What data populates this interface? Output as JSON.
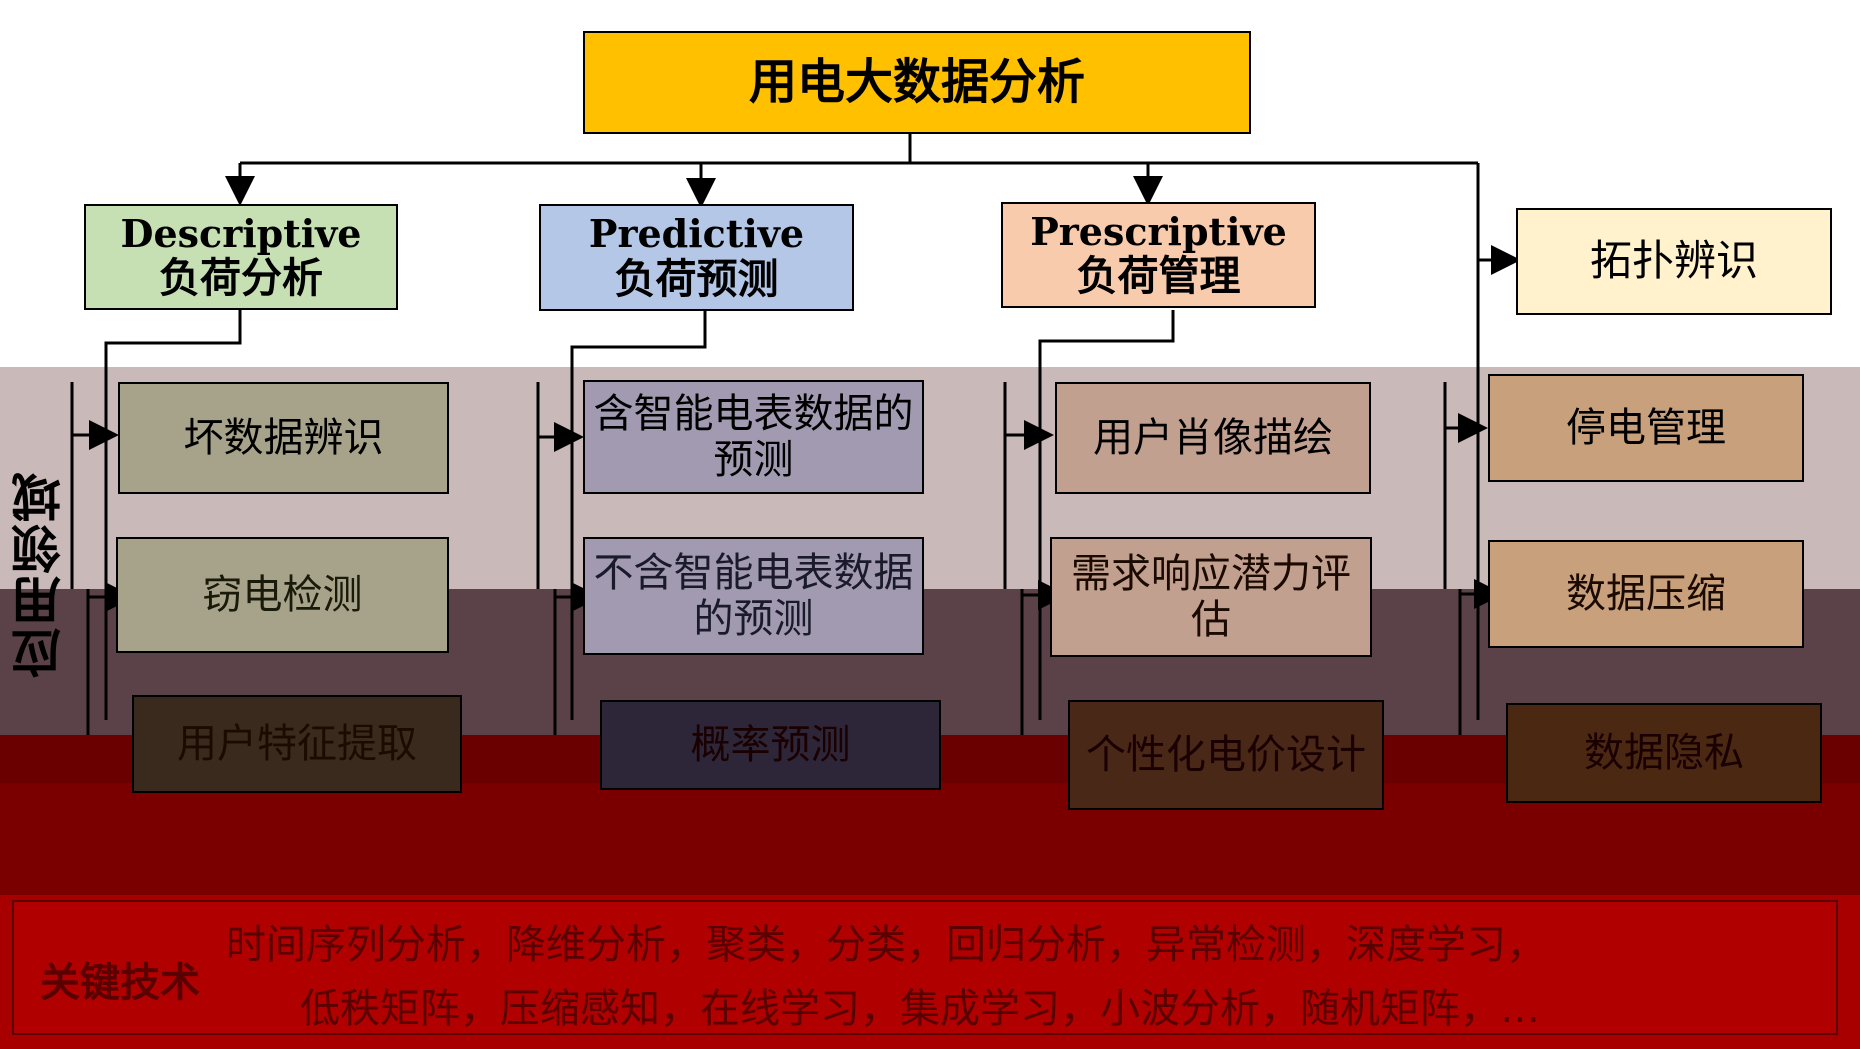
{
  "title": "用电大数据分析",
  "categories": [
    {
      "en": "Descriptive",
      "zh": "负荷分析",
      "color": "#c6e0b4"
    },
    {
      "en": "Predictive",
      "zh": "负荷预测",
      "color": "#b4c7e7"
    },
    {
      "en": "Prescriptive",
      "zh": "负荷管理",
      "color": "#f8cbad"
    },
    {
      "zh": "拓扑辨识",
      "color": "#fff2cc"
    }
  ],
  "side_label": "应用领域",
  "columns": [
    {
      "items": [
        "坏数据辨识",
        "窃电检测",
        "用户特征提取"
      ]
    },
    {
      "items": [
        "含智能电表数据的预测",
        "不含智能电表数据的预测",
        "概率预测"
      ]
    },
    {
      "items": [
        "用户肖像描绘",
        "需求响应潜力评估",
        "个性化电价设计"
      ]
    },
    {
      "items": [
        "停电管理",
        "数据压缩",
        "数据隐私"
      ]
    }
  ],
  "tech_label": "关键技术",
  "tech_lines": [
    "时间序列分析，降维分析，聚类，分类，回归分析，异常检测，深度学习，",
    "低秩矩阵，压缩感知，在线学习，集成学习，小波分析，随机矩阵，…"
  ],
  "colors": {
    "title_fill": "#ffc000",
    "band_light": "#c9b8b8",
    "band_mid": "#5a4248",
    "band_red": "#7a0000",
    "band_red2": "#b00000"
  }
}
